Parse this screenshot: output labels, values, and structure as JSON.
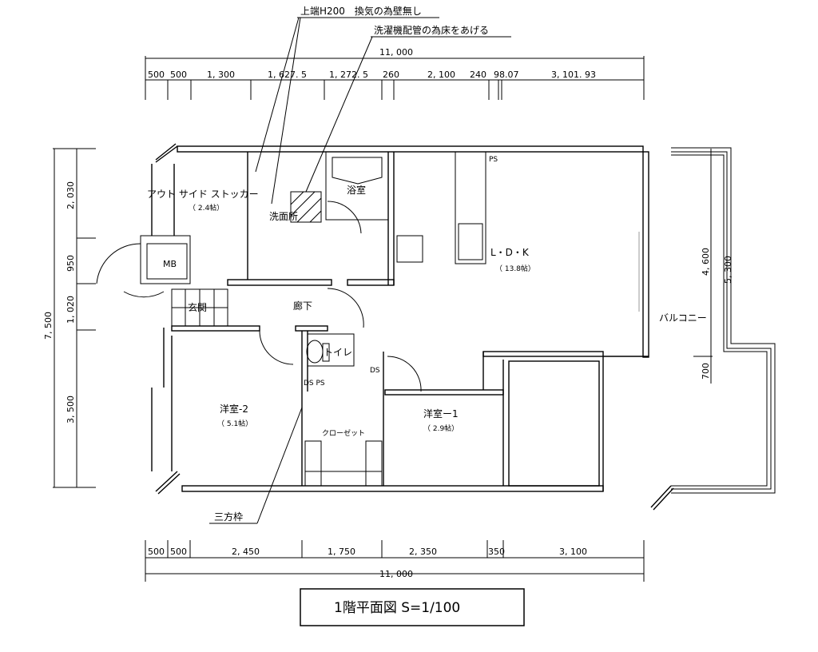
{
  "annotations": {
    "no_wall": "上端H200　換気の為壁無し",
    "raised_floor": "洗濯機配管の為床をあげる",
    "frame": "三方枠"
  },
  "dimensions": {
    "top_total": "11, 000",
    "top": [
      "500",
      "500",
      "1, 300",
      "1, 627. 5",
      "1, 272. 5",
      "260",
      "2, 100",
      "240",
      "98.07",
      "3, 101. 93"
    ],
    "bottom": [
      "500",
      "500",
      "2, 450",
      "1, 750",
      "2, 350",
      "350",
      "3, 100"
    ],
    "bottom_total": "11, 000",
    "left_total": "7, 500",
    "left": [
      "2, 030",
      "950",
      "1, 020",
      "3, 500"
    ],
    "right": [
      "4, 600",
      "700",
      "5, 300"
    ]
  },
  "rooms": {
    "stocker": "アウト サイド ストッカー",
    "stocker_size": "（ 2.4帖）",
    "washroom": "洗面所",
    "bath": "浴室",
    "mb": "MB",
    "entrance": "玄関",
    "hall": "廊下",
    "toilet": "トイレ",
    "ds": "DS",
    "dsps": "DS PS",
    "ps": "PS",
    "ldk": "L・D・K",
    "ldk_size": "（ 13.8帖）",
    "balcony": "バルコニー",
    "room2": "洋室-2",
    "room2_size": "（ 5.1帖）",
    "closet": "クローゼット",
    "room1": "洋室ー1",
    "room1_size": "（ 2.9帖）"
  },
  "title": "1階平面図  S=1/100"
}
